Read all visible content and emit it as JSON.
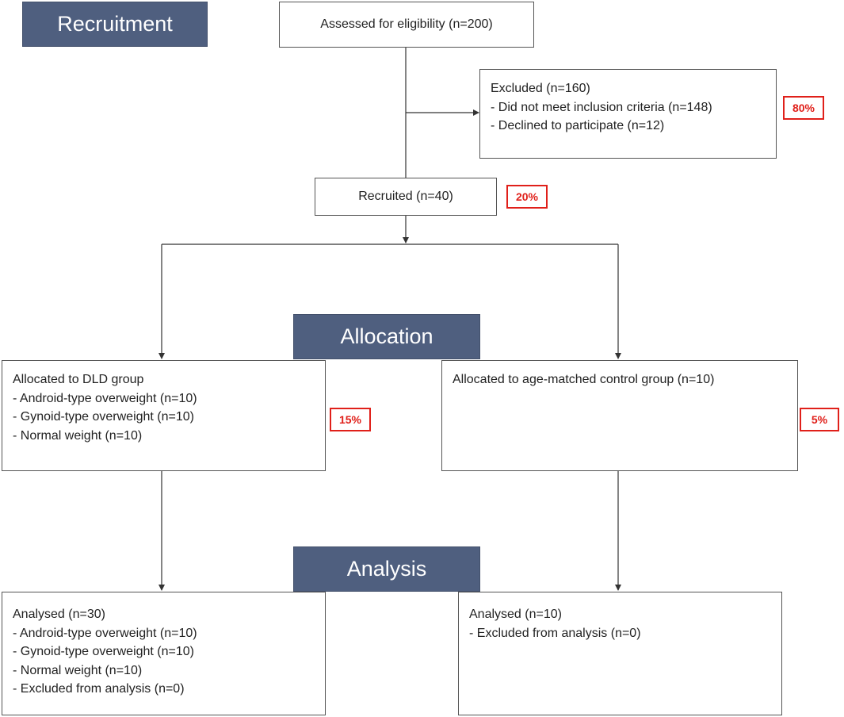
{
  "stages": {
    "recruitment": "Recruitment",
    "allocation": "Allocation",
    "analysis": "Analysis"
  },
  "assessed": "Assessed for eligibility (n=200)",
  "excluded": {
    "title": "Excluded (n=160)",
    "lines": [
      "- Did not meet inclusion criteria (n=148)",
      "- Declined to participate (n=12)"
    ],
    "percent": "80%"
  },
  "recruited": {
    "label": "Recruited (n=40)",
    "percent": "20%"
  },
  "allocated_dld": {
    "title": "Allocated to DLD group",
    "lines": [
      "- Android-type overweight (n=10)",
      "- Gynoid-type overweight (n=10)",
      "- Normal weight (n=10)"
    ],
    "percent": "15%"
  },
  "allocated_control": {
    "title": "Allocated to age-matched control group (n=10)",
    "percent": "5%"
  },
  "analysed_dld": {
    "title": "Analysed (n=30)",
    "lines": [
      "- Android-type overweight (n=10)",
      "- Gynoid-type overweight (n=10)",
      "- Normal weight (n=10)",
      "- Excluded from analysis (n=0)"
    ]
  },
  "analysed_control": {
    "title": "Analysed (n=10)",
    "lines": [
      "- Excluded from analysis (n=0)"
    ]
  },
  "colors": {
    "stage_header_bg": "#4f5f7f",
    "percent_badge": "#e0201a",
    "connector": "#333333"
  }
}
